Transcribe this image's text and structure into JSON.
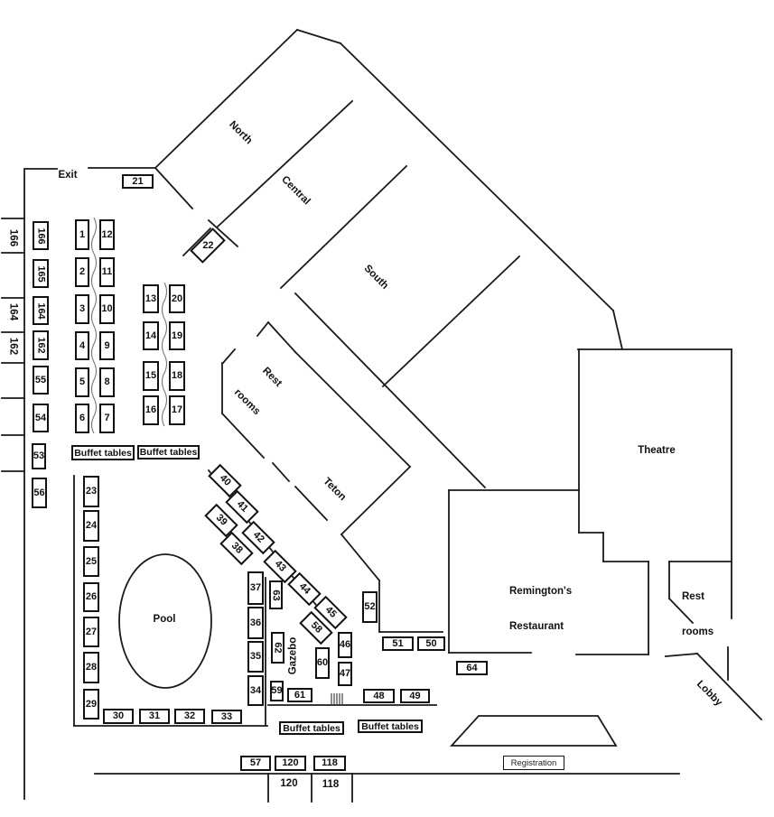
{
  "labels": {
    "exit": "Exit",
    "north": "North",
    "central": "Central",
    "south": "South",
    "teton": "Teton",
    "theatre": "Theatre",
    "remingtons1": "Remington's",
    "remingtons2": "Restaurant",
    "restrooms1": "Rest",
    "restrooms2": "rooms",
    "lobby": "Lobby",
    "pool": "Pool",
    "gazebo": "Gazebo",
    "registration": "Registration",
    "buffet": "Buffet tables",
    "wall166": "166",
    "wall164": "164",
    "wall162": "162",
    "sect120": "120",
    "sect118": "118"
  },
  "booths": {
    "1": "1",
    "2": "2",
    "3": "3",
    "4": "4",
    "5": "5",
    "6": "6",
    "7": "7",
    "8": "8",
    "9": "9",
    "10": "10",
    "11": "11",
    "12": "12",
    "13": "13",
    "14": "14",
    "15": "15",
    "16": "16",
    "17": "17",
    "18": "18",
    "19": "19",
    "20": "20",
    "21": "21",
    "22": "22",
    "23": "23",
    "24": "24",
    "25": "25",
    "26": "26",
    "27": "27",
    "28": "28",
    "29": "29",
    "30": "30",
    "31": "31",
    "32": "32",
    "33": "33",
    "34": "34",
    "35": "35",
    "36": "36",
    "37": "37",
    "38": "38",
    "39": "39",
    "40": "40",
    "41": "41",
    "42": "42",
    "43": "43",
    "44": "44",
    "45": "45",
    "46": "46",
    "47": "47",
    "48": "48",
    "49": "49",
    "50": "50",
    "51": "51",
    "52": "52",
    "53": "53",
    "54": "54",
    "55": "55",
    "56": "56",
    "57": "57",
    "58": "58",
    "59": "59",
    "60": "60",
    "61": "61",
    "62": "62",
    "63": "63",
    "64": "64",
    "118": "118",
    "120": "120",
    "162": "162",
    "164": "164",
    "165": "165",
    "166": "166"
  },
  "colors": {
    "ink": "#111111",
    "background": "#ffffff"
  }
}
